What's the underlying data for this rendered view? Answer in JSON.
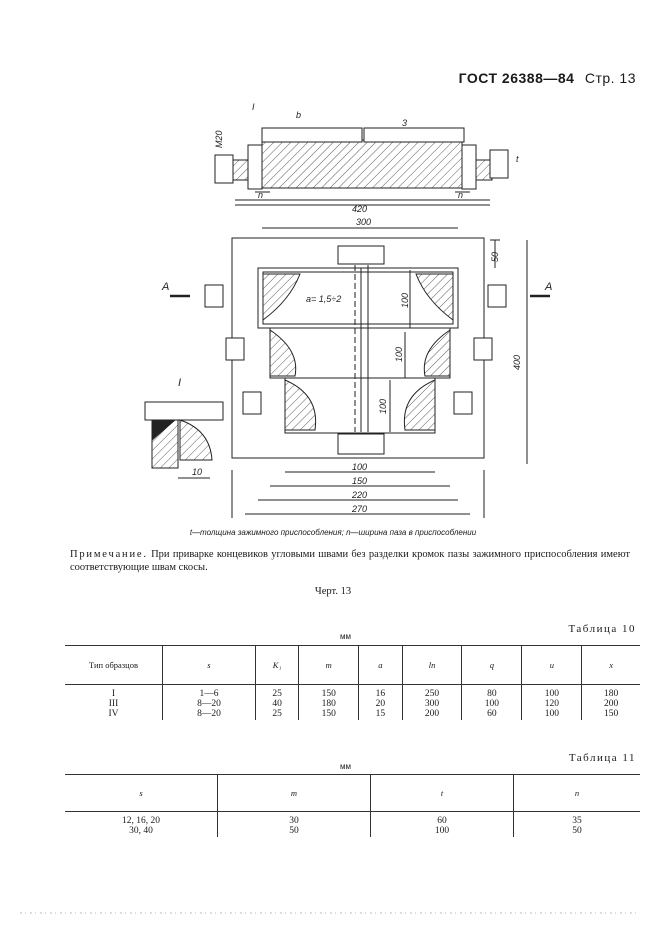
{
  "header": {
    "standard": "ГОСТ 26388—84",
    "page": "Стр. 13"
  },
  "drawing": {
    "labels": {
      "detail_I": "I",
      "thread": "M20",
      "dim_b": "b",
      "dim_3": "3",
      "dim_t": "t",
      "dim_n_left": "n",
      "dim_n_right": "n",
      "dim_420": "420",
      "dim_300": "300",
      "dim_50": "50",
      "dim_400": "400",
      "dim_100_a": "100",
      "dim_100_b": "100",
      "dim_100_c": "100",
      "gap": "a= 1,5÷2",
      "section_left": "A",
      "section_right": "A",
      "detail_I_left": "I",
      "dim_10": "10",
      "dim_b100": "100",
      "dim_b150": "150",
      "dim_b220": "220",
      "dim_b270": "270"
    }
  },
  "caption": "t—толщина зажимного приспособления; n—ширина паза в приспособлении",
  "note": {
    "title": "Примечание.",
    "text": "При приварке концевиков угловыми швами без разделки кромок пазы зажимного приспособления имеют соответствующие швам скосы."
  },
  "figure_label": "Черт. 13",
  "table10": {
    "caption": "Таблица 10",
    "unit": "мм",
    "headers": [
      "Тип образцов",
      "s",
      "K₁",
      "m",
      "a",
      "lп",
      "q",
      "u",
      "x"
    ],
    "col_type": "I\nIII\nIV",
    "col_s": "1—6\n8—20\n8—20",
    "col_k1": "25\n40\n25",
    "col_m": "150\n180\n150",
    "col_a": "16\n20\n15",
    "col_ln": "250\n300\n200",
    "col_q": "80\n100\n60",
    "col_u": "100\n120\n100",
    "col_x": "180\n200\n150"
  },
  "table11": {
    "caption": "Таблица 11",
    "unit": "мм",
    "headers": [
      "s",
      "m",
      "t",
      "n"
    ],
    "col_s": "12, 16, 20\n30, 40",
    "col_m": "30\n50",
    "col_t": "60\n100",
    "col_n": "35\n50"
  }
}
